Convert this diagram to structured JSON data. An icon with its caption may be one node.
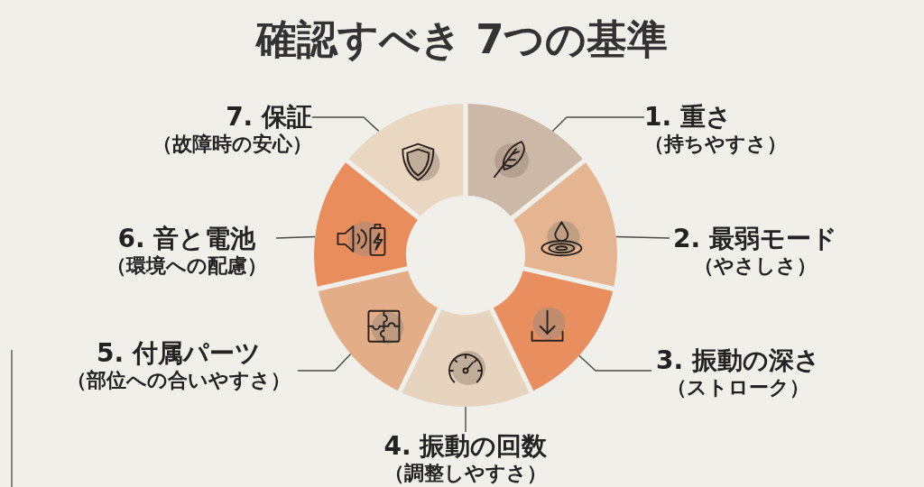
{
  "diagram": {
    "title": "確認すべき 7つの基準",
    "nodes": [
      {
        "text": [
          "1. 重さ",
          "（持ちやすさ）"
        ]
      },
      {
        "text": [
          "2. 最弱モード",
          "（やさしさ）"
        ]
      },
      {
        "text": [
          "3. 振動の深さ",
          "（ストローク）"
        ]
      },
      {
        "text": [
          "4. 振動の回数",
          "（調整しやすさ）"
        ]
      },
      {
        "text": [
          "5. 付属パーツ",
          "（部位への合いやすさ）"
        ]
      },
      {
        "text": [
          "6. 音と電池",
          "（環境への配慮）"
        ]
      },
      {
        "text": [
          "7. 保証",
          "（故障時の安心）"
        ]
      },
      {
        "text": [],
        "shape": "wedge"
      },
      {
        "text": [],
        "shape": "wedge"
      },
      {
        "text": [],
        "shape": "wedge"
      },
      {
        "text": [],
        "shape": "wedge"
      },
      {
        "text": [],
        "shape": "wedge"
      },
      {
        "text": [],
        "shape": "wedge"
      },
      {
        "text": [],
        "shape": "wedge"
      }
    ],
    "edges": [
      {
        "from": 0,
        "to": 7,
        "arrow": "none"
      },
      {
        "from": 1,
        "to": 8,
        "arrow": "none"
      },
      {
        "from": 2,
        "to": 9,
        "arrow": "none"
      },
      {
        "from": 3,
        "to": 10,
        "arrow": "none"
      },
      {
        "from": 4,
        "to": 11,
        "arrow": "none"
      },
      {
        "from": 5,
        "to": 12,
        "arrow": "none"
      },
      {
        "from": 6,
        "to": 13,
        "arrow": "none"
      }
    ]
  }
}
